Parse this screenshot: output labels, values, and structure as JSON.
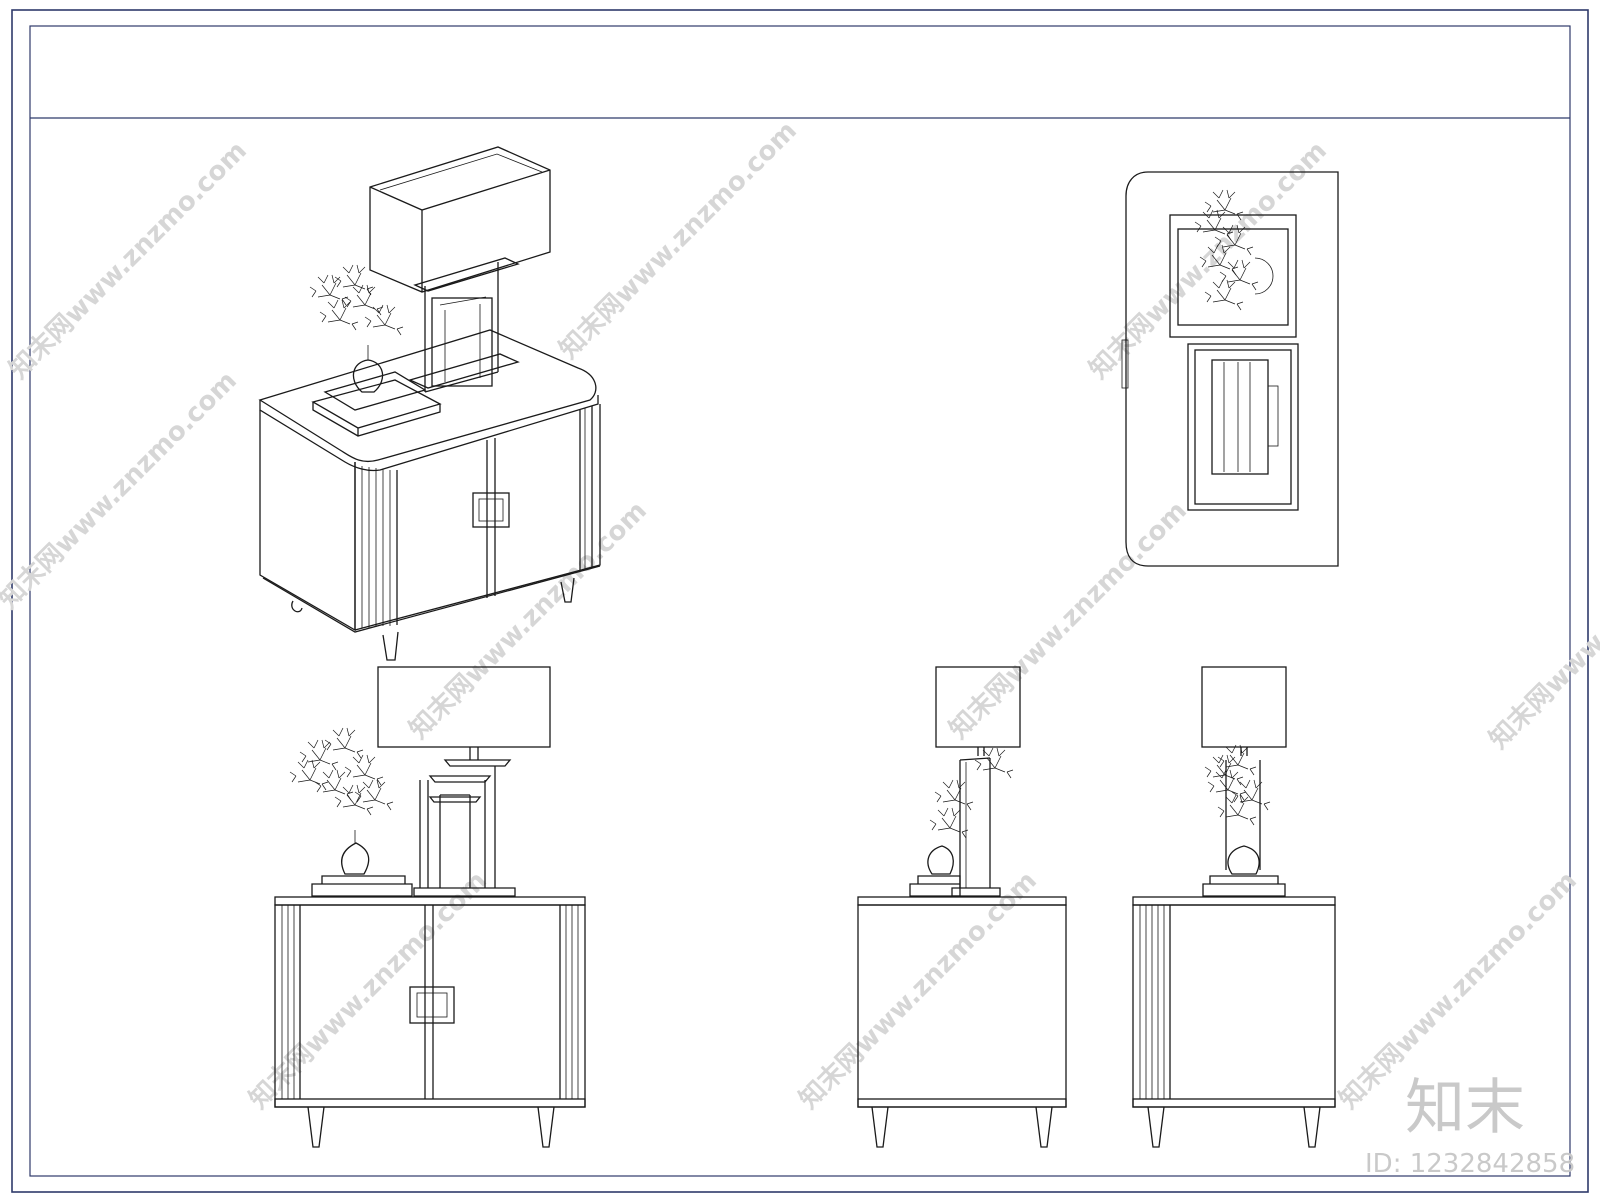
{
  "watermark": {
    "text": "知末网www.znzmo.com",
    "brand": "知末",
    "id_label": "ID: 1232842858"
  },
  "colors": {
    "frame": "#2f3a6a",
    "line": "#1a1a1a",
    "watermark": "#d6d6d6"
  }
}
